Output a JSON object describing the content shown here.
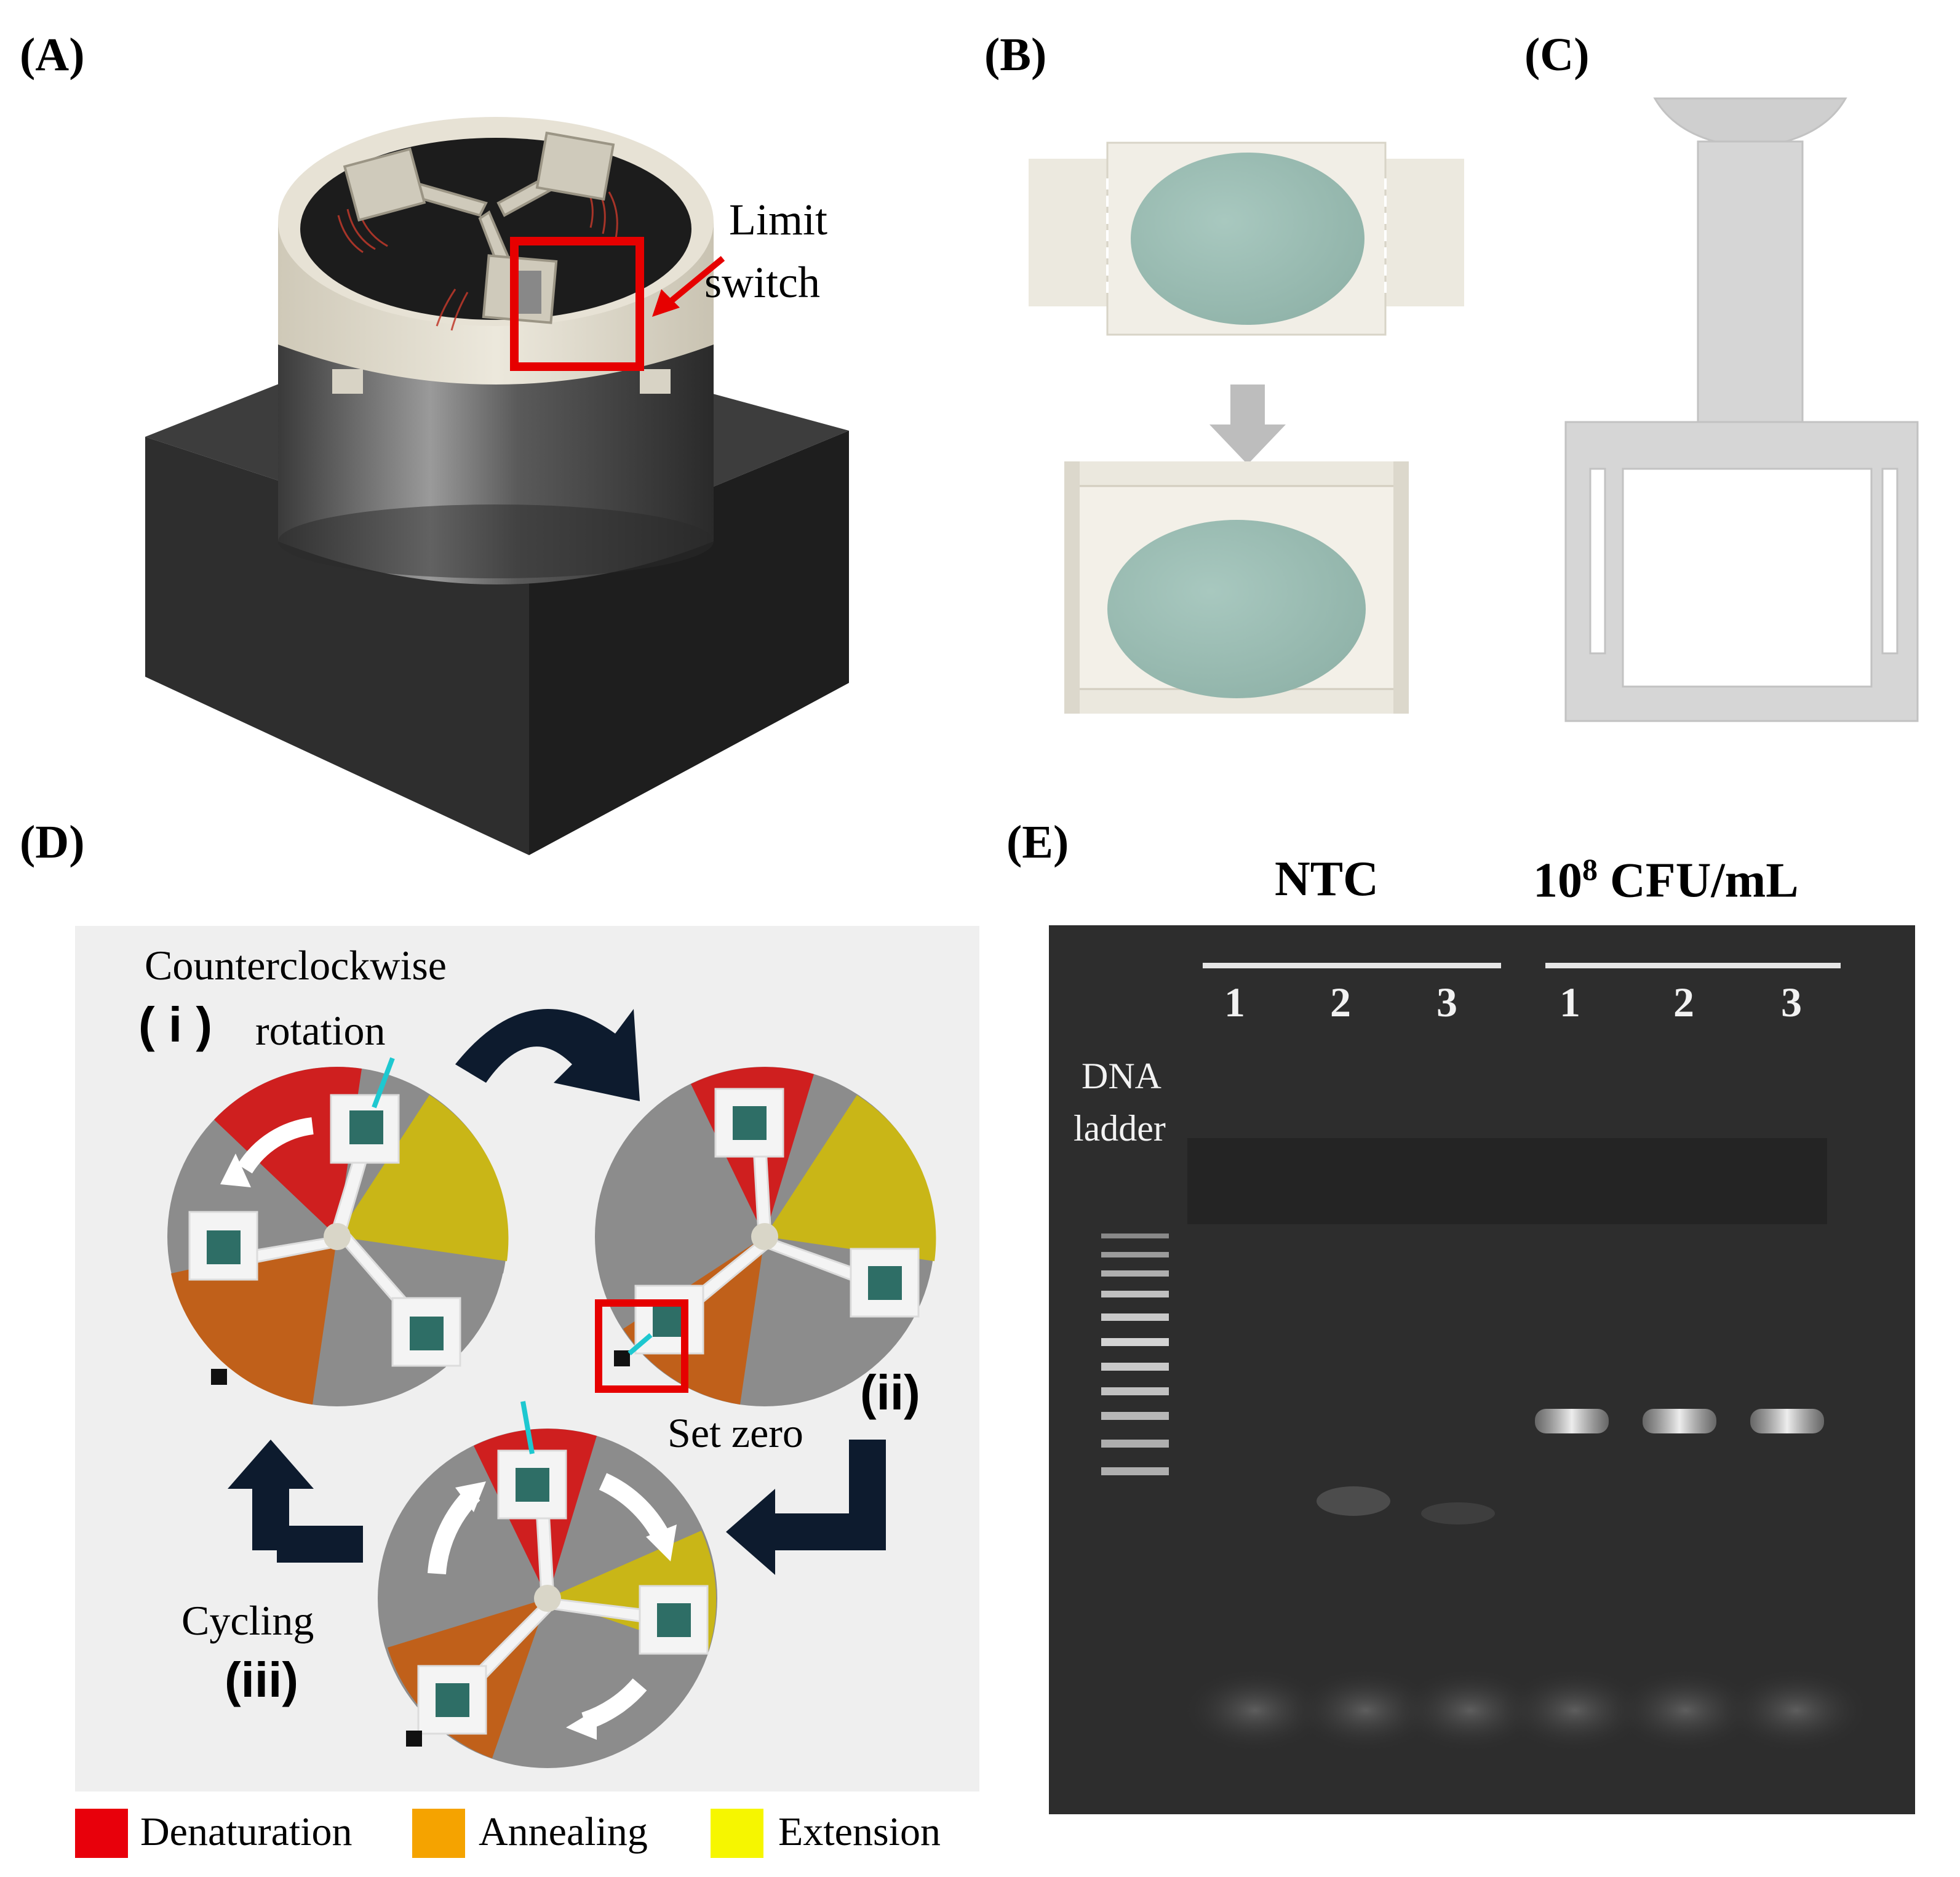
{
  "panels": {
    "a": {
      "label": "(A)",
      "callout": [
        "Limit",
        "switch"
      ]
    },
    "b": {
      "label": "(B)"
    },
    "c": {
      "label": "(C)"
    },
    "d": {
      "label": "(D)",
      "step1_number": "( i )",
      "step1_text": [
        "Counterclockwise",
        "rotation"
      ],
      "step2_number": "(ii)",
      "step2_text": "Set zero",
      "step3_text": "Cycling",
      "step3_number": "(iii)"
    },
    "e": {
      "label": "(E)",
      "group1": "NTC",
      "group2_base": "10",
      "group2_exp": "8",
      "group2_unit": "CFU/mL",
      "ladder": [
        "DNA",
        "ladder"
      ],
      "lanes": [
        "1",
        "2",
        "3",
        "1",
        "2",
        "3"
      ]
    }
  },
  "legend": [
    {
      "label": "Denaturation",
      "color": "#e8000b"
    },
    {
      "label": "Annealing",
      "color": "#f5a300"
    },
    {
      "label": "Extension",
      "color": "#f6f600"
    }
  ],
  "colors": {
    "marker_red": "#e60000",
    "gel_background": "#2b2b2b",
    "arrow_navy": "#0d1b2e"
  }
}
